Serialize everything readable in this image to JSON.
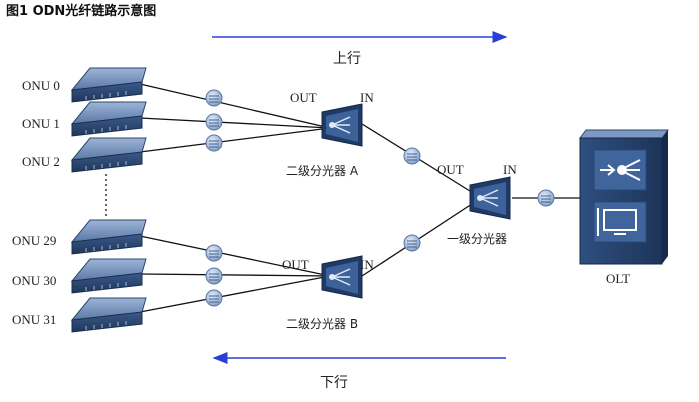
{
  "title": "图1  ODN光纤链路示意图",
  "arrows": {
    "up": "上行",
    "down": "下行"
  },
  "onus": [
    "ONU 0",
    "ONU 1",
    "ONU 2",
    "ONU 29",
    "ONU 30",
    "ONU 31"
  ],
  "splitters": {
    "a": {
      "label": "二级分光器 A",
      "out": "OUT",
      "in": "IN"
    },
    "b": {
      "label": "二级分光器 B",
      "out": "OUT",
      "in": "IN"
    },
    "primary": {
      "label": "一级分光器",
      "out": "OUT",
      "in": "IN"
    }
  },
  "olt": {
    "label": "OLT"
  },
  "colors": {
    "arrow": "#2a3fd6",
    "device": "#2f4f7f",
    "line": "#111111"
  }
}
